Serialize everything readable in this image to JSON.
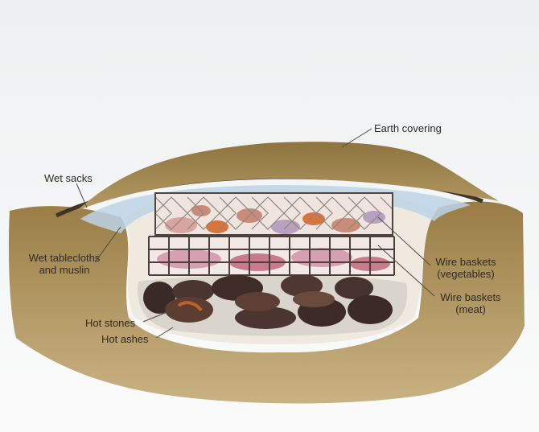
{
  "labels": {
    "earth_covering": "Earth covering",
    "wet_sacks": "Wet sacks",
    "wet_tablecloths": "Wet tablecloths",
    "and_muslin": "and muslin",
    "wire_baskets_veg_1": "Wire baskets",
    "wire_baskets_veg_2": "(vegetables)",
    "wire_baskets_meat_1": "Wire baskets",
    "wire_baskets_meat_2": "(meat)",
    "hot_stones": "Hot stones",
    "hot_ashes": "Hot ashes"
  },
  "colors": {
    "earth": "#a4874f",
    "earth_dark": "#6e5a2a",
    "cloth_blue": "#bcd3e6",
    "basket_wire": "#5a4f4a",
    "vegetables": "#c98b7a",
    "meat": "#c77b8b",
    "stones": "#4a3530"
  }
}
